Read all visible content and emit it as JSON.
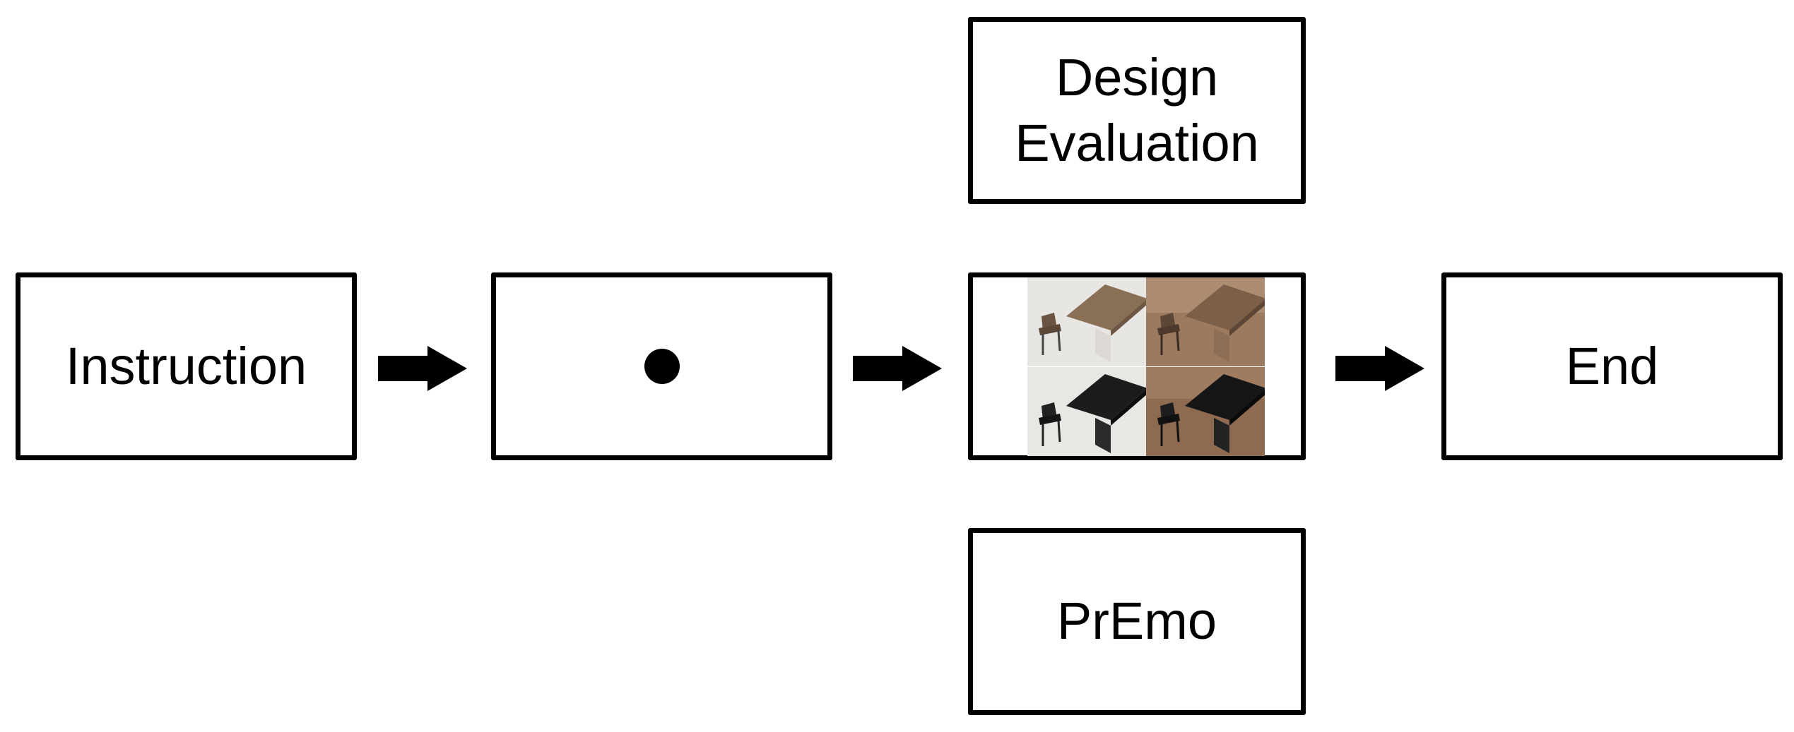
{
  "diagram": {
    "steps": [
      {
        "id": "instruction",
        "label": "Instruction"
      },
      {
        "id": "fixation",
        "label": ""
      },
      {
        "id": "stimulus",
        "label": ""
      },
      {
        "id": "end",
        "label": "End"
      }
    ],
    "side_boxes": {
      "top": {
        "line1": "Design",
        "line2": "Evaluation"
      },
      "bottom": {
        "label": "PrEmo"
      }
    },
    "stimulus_images": [
      {
        "position": "top-left",
        "table_color": "#8a6f57",
        "background": "#e8e6e2"
      },
      {
        "position": "top-right",
        "table_color": "#7c5f48",
        "background": "#9b7a5f"
      },
      {
        "position": "bottom-left",
        "table_color": "#1c1c1c",
        "background": "#e9e7e3"
      },
      {
        "position": "bottom-right",
        "table_color": "#161616",
        "background": "#8e6a50"
      }
    ]
  }
}
